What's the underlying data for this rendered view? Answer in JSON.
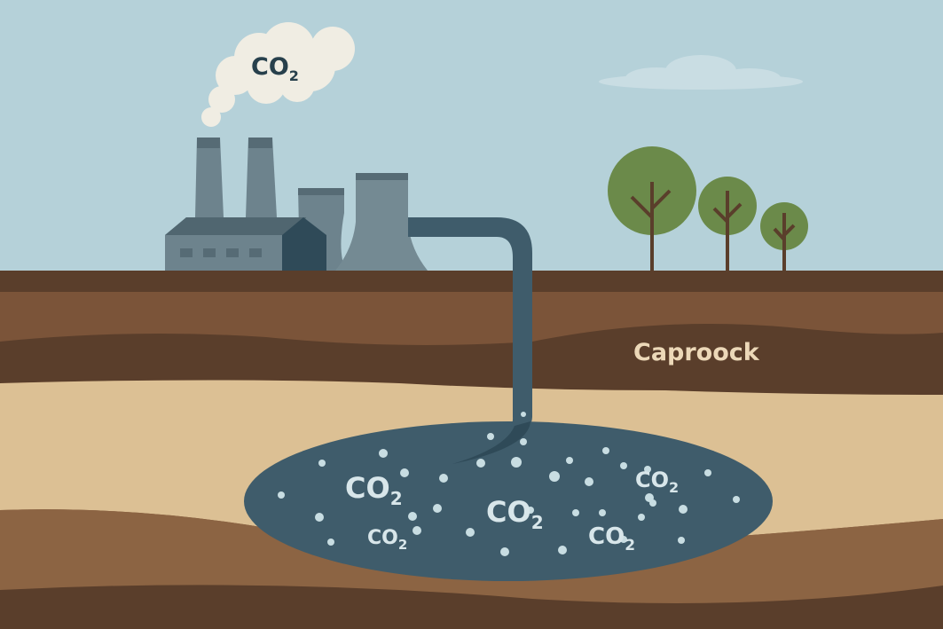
{
  "title": "Carbon capture and storage diagram",
  "emission_label": {
    "main": "CO",
    "sub": "2"
  },
  "caprock_label": "Caproock",
  "reservoir_labels": [
    {
      "main": "CO",
      "sub": "2"
    },
    {
      "main": "CO",
      "sub": "2"
    },
    {
      "main": "CO",
      "sub": "2"
    },
    {
      "main": "CO",
      "sub": "2"
    },
    {
      "main": "CO",
      "sub": "2"
    }
  ],
  "colors": {
    "sky": "#b5d1d9",
    "smoke": "#f0ede3",
    "factory": "#6d838d",
    "pipe": "#3f5c6b",
    "reservoir": "#3f5c6b",
    "bubble": "#c8dde2",
    "sand": "#dcc094",
    "soil_dark": "#5a3e2b",
    "soil_mid": "#7b5439",
    "tree": "#6b8a4a",
    "caprock_text": "#ecd8b8"
  }
}
